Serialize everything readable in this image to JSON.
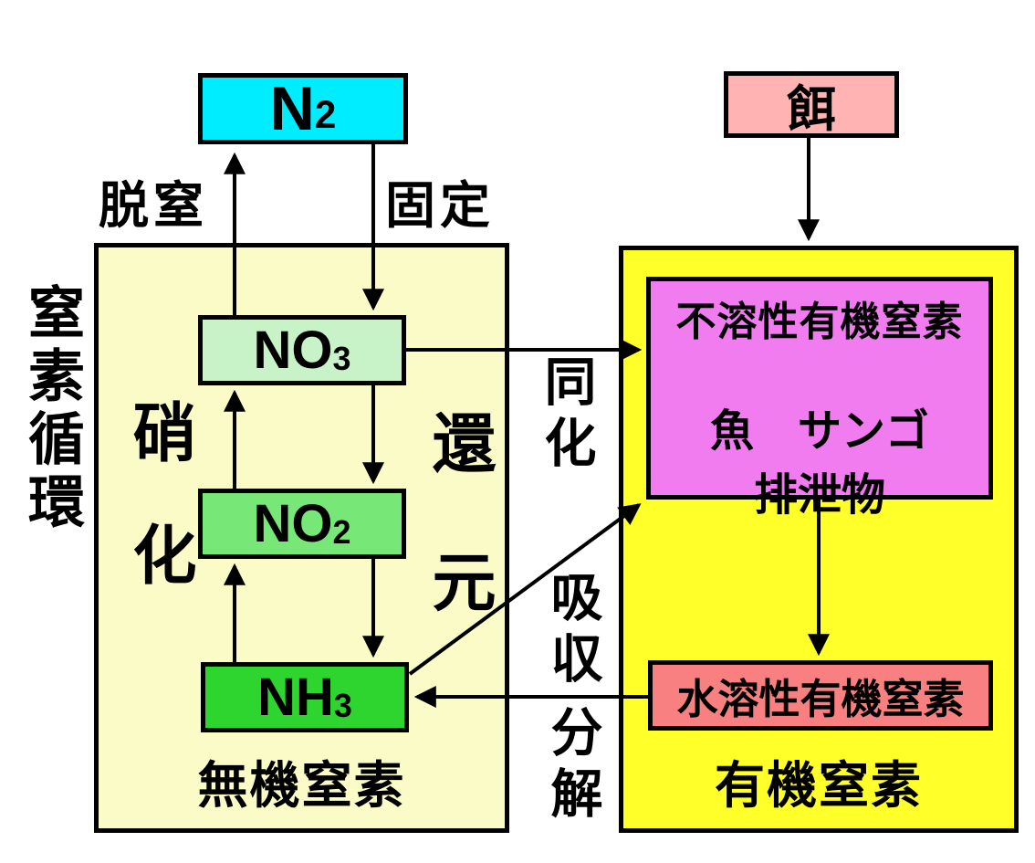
{
  "title": "窒素循環",
  "regions": {
    "inorganic": {
      "label": "無機窒素"
    },
    "organic": {
      "label": "有機窒素"
    }
  },
  "nodes": {
    "n2": {
      "base": "N",
      "sub": "2"
    },
    "feed": {
      "label": "餌"
    },
    "no3": {
      "base": "NO",
      "sub": "3"
    },
    "no2": {
      "base": "NO",
      "sub": "2"
    },
    "nh3": {
      "base": "NH",
      "sub": "3"
    },
    "insoluble": {
      "title": "不溶性有機窒素",
      "line2": "魚　サンゴ",
      "line3": "排泄物"
    },
    "soluble": {
      "label": "水溶性有機窒素"
    }
  },
  "process_labels": {
    "denitrification": "脱窒",
    "fixation": "固定",
    "nitrification": "硝化",
    "reduction": "還元",
    "assimilation": "同化",
    "absorption": "吸収",
    "decomposition": "分解"
  },
  "colors": {
    "n2_box": "#00ecff",
    "feed_box": "#ffb3b3",
    "no3_box": "#c8f2c8",
    "no2_box": "#77e877",
    "nh3_box": "#2ed52e",
    "insoluble_box": "#f07cf0",
    "soluble_box": "#f88080",
    "inorganic_region": "#fbfbc8",
    "organic_region": "#ffff2a",
    "line": "#000000"
  }
}
